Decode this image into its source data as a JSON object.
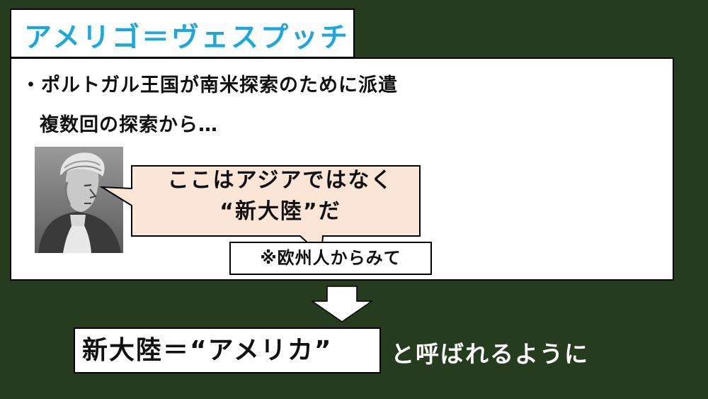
{
  "slide": {
    "title": "アメリゴ＝ヴェスプッチ",
    "body": {
      "line1": "・ポルトガル王国が南米探索のために派遣",
      "line2": "複数回の探索から…"
    },
    "speech_bubble": {
      "line1": "ここはアジアではなく",
      "line2": "“新大陸”だ"
    },
    "note": "※欧州人からみて",
    "result": {
      "boxed": "新大陸＝“アメリカ”",
      "suffix": "と呼ばれるように"
    }
  },
  "colors": {
    "background": "#263c1e",
    "title_text": "#1ea6dd",
    "bubble_fill": "#fbe5d6"
  }
}
